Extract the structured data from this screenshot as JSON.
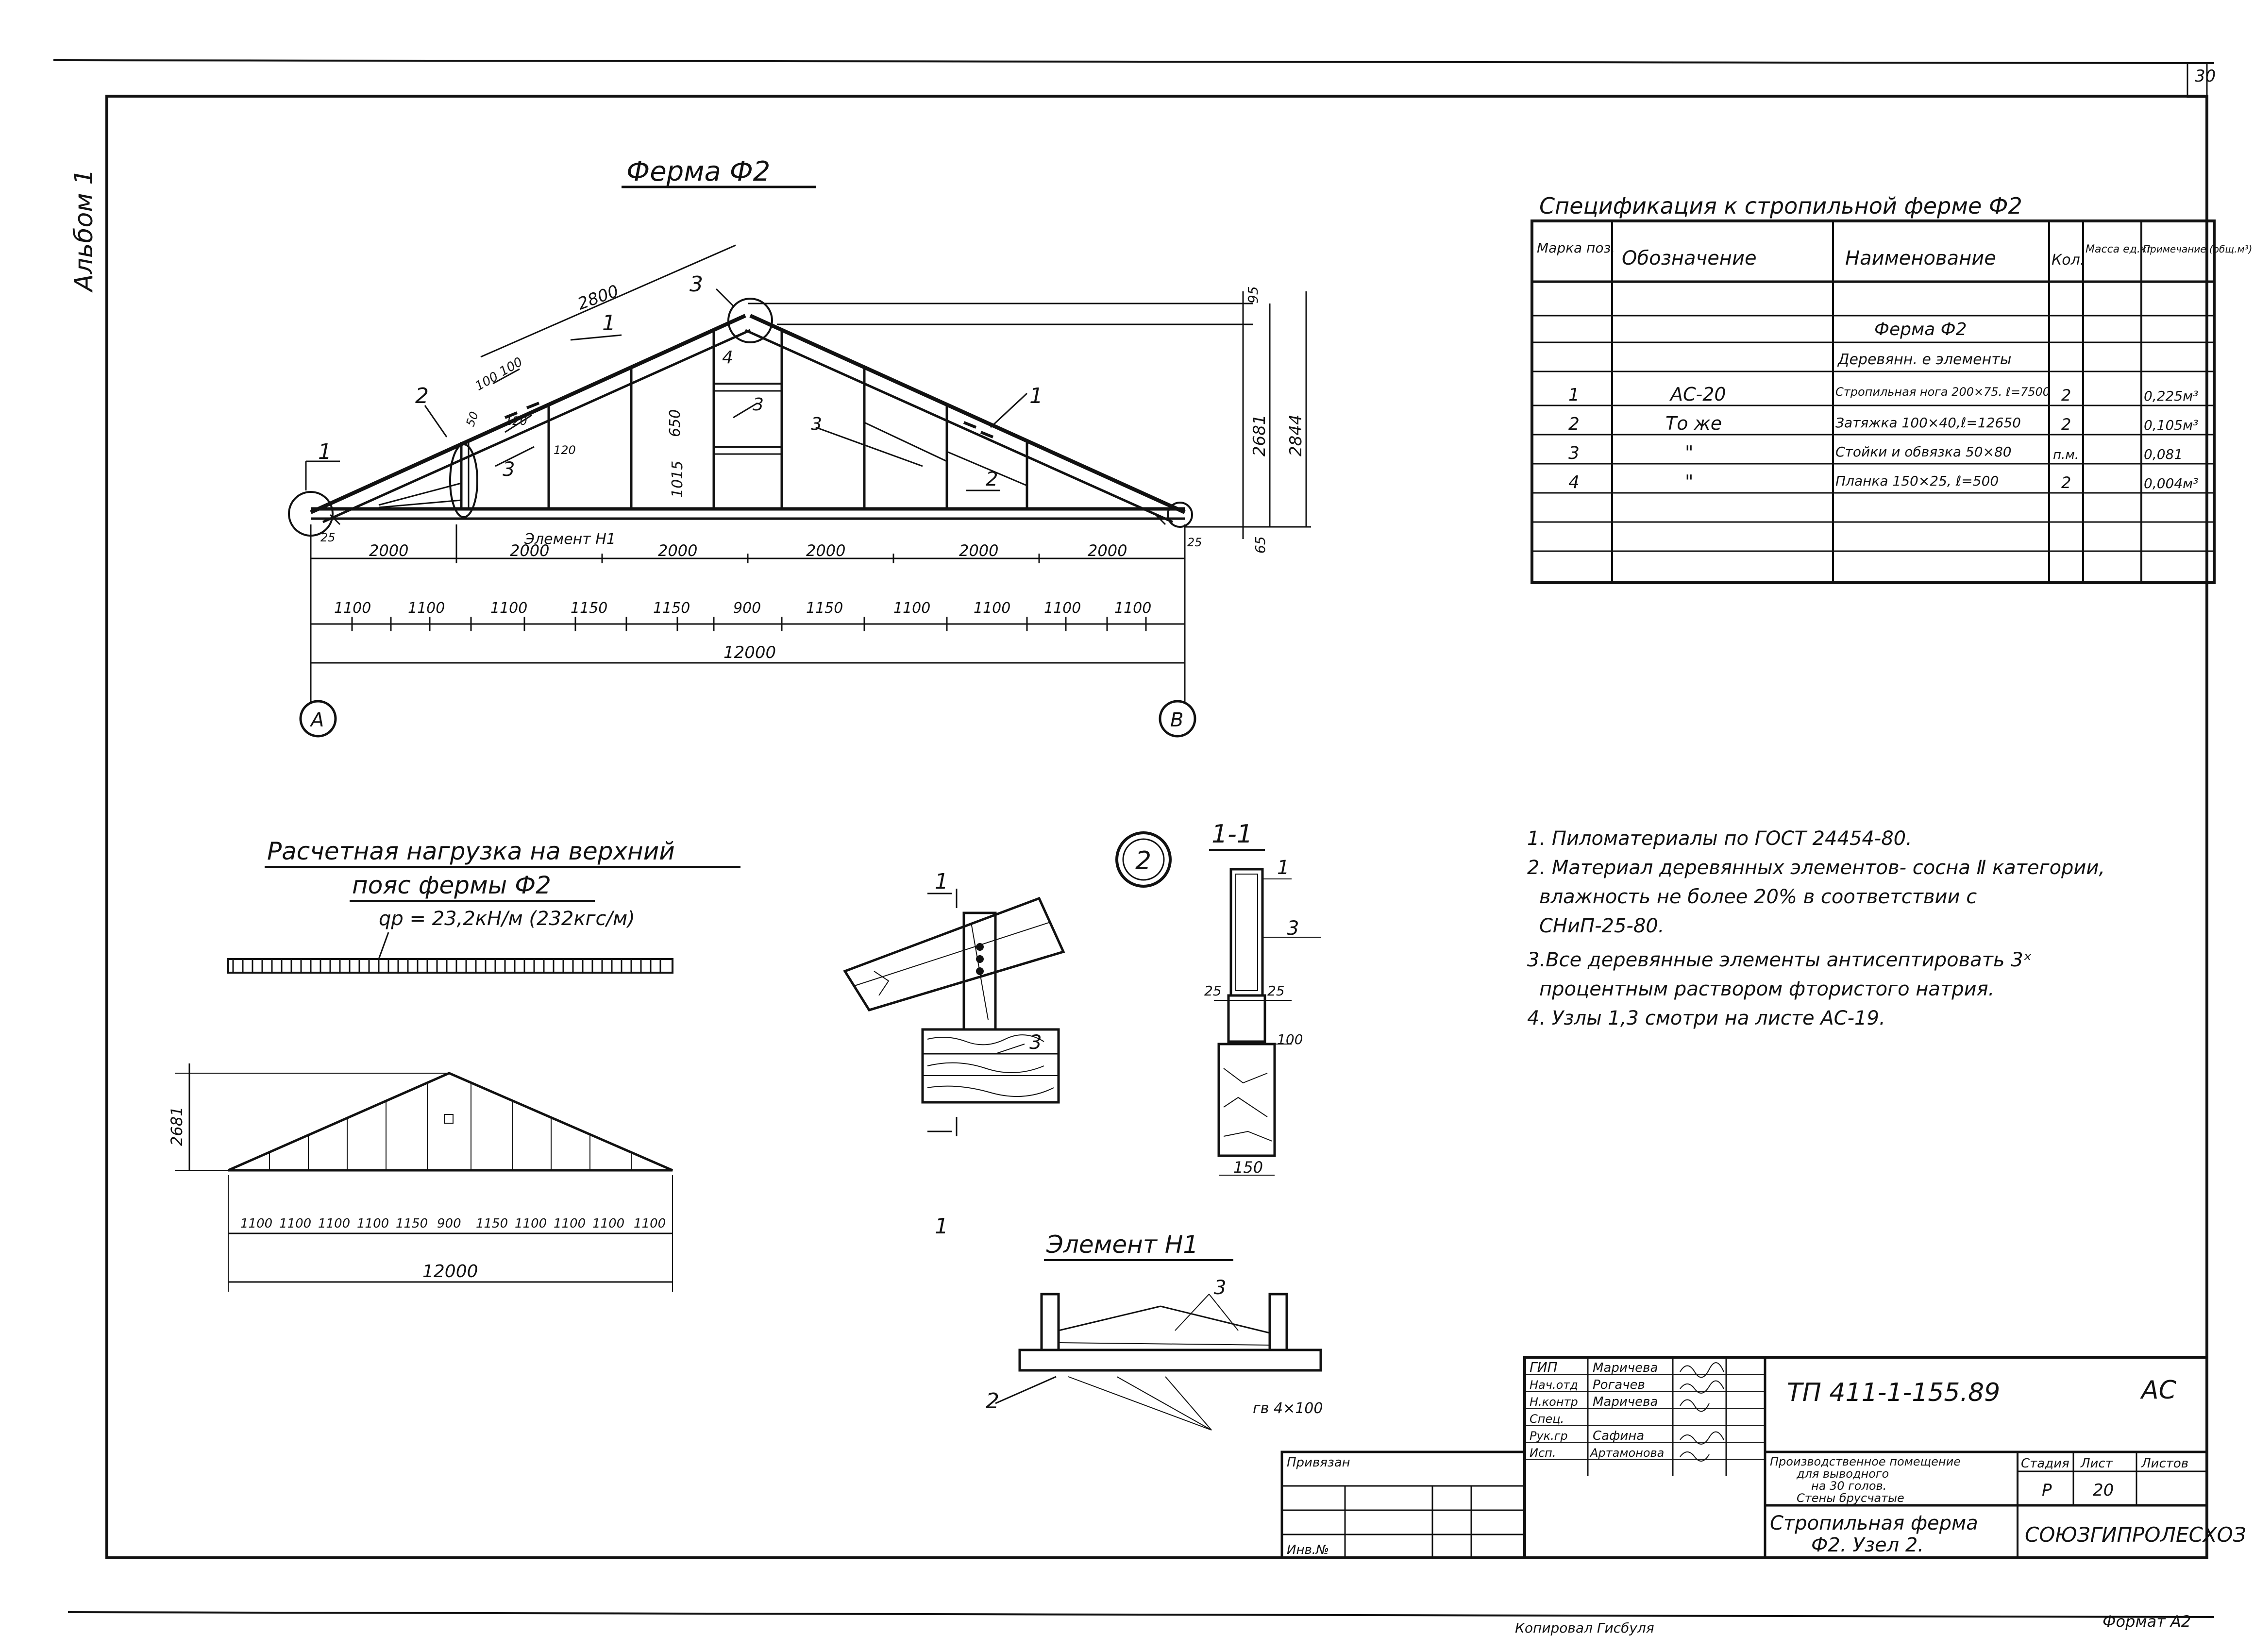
{
  "sheet": {
    "page_number": "30",
    "album_label": "Альбом 1",
    "copied_label": "Копировал Гисбуля",
    "format_label": "Формат А2"
  },
  "truss": {
    "title": "Ферма Ф2",
    "top_dims": [
      "2800",
      "100",
      "100",
      "120",
      "120",
      "50"
    ],
    "vert_dims": [
      "650",
      "1015"
    ],
    "right_dims": [
      "95",
      "2681",
      "2844",
      "65"
    ],
    "end_dims": [
      "25",
      "25"
    ],
    "callouts": [
      "1",
      "1",
      "1",
      "2",
      "2",
      "3",
      "3",
      "3",
      "3",
      "4"
    ],
    "element_label": "Элемент Н1",
    "panel_dims": [
      "2000",
      "2000",
      "2000",
      "2000",
      "2000",
      "2000"
    ],
    "sub_dims": [
      "1100",
      "1100",
      "1100",
      "1150",
      "1150",
      "900",
      "1150",
      "1100",
      "1100",
      "1100",
      "1100"
    ],
    "total": "12000",
    "axes": [
      "А",
      "В"
    ]
  },
  "spec": {
    "title": "Спецификация к стропильной ферме Ф2",
    "headers": [
      "Марка поз.",
      "Обозначение",
      "Наименование",
      "Кол.",
      "Масса ед.кг",
      "Примечание (общ.м³)"
    ],
    "section_title": "Ферма Ф2",
    "subsection": "Деревянн. е элементы",
    "rows": [
      {
        "mark": "1",
        "designation": "АС-20",
        "name": "Стропильная нога 200×75. ℓ=7500",
        "qty": "2",
        "mass": "",
        "note": "0,225м³"
      },
      {
        "mark": "2",
        "designation": "То же",
        "name": "Затяжка 100×40,ℓ=12650",
        "qty": "2",
        "mass": "",
        "note": "0,105м³"
      },
      {
        "mark": "3",
        "designation": "\"",
        "name": "Стойки и обвязка 50×80",
        "qty": "п.м.",
        "mass": "",
        "note": "0,081"
      },
      {
        "mark": "4",
        "designation": "\"",
        "name": "Планка 150×25, ℓ=500",
        "qty": "2",
        "mass": "",
        "note": "0,004м³"
      }
    ]
  },
  "notes": [
    "1. Пиломатериалы по ГОСТ 24454-80.",
    "2. Материал деревянных элементов- сосна Ⅱ категории,",
    "влажность не более 20% в соответствии с",
    "СНиП-25-80.",
    "3.Все деревянные элементы антисептировать 3ˣ",
    "процентным раствором фтористого натрия.",
    "4. Узлы 1,3 смотри на листе АС-19."
  ],
  "load": {
    "title_line1": "Расчетная нагрузка на верхний",
    "title_line2": "пояс фермы Ф2",
    "formula": "qр = 23,2кН/м (232кгс/м)",
    "height_dim": "2681",
    "dims": [
      "1100",
      "1100",
      "1100",
      "1100",
      "1150",
      "900",
      "1150",
      "1100",
      "1100",
      "1100",
      "1100"
    ],
    "total": "12000"
  },
  "node": {
    "number": "2",
    "section_title": "1-1",
    "labels": [
      "1",
      "1",
      "1",
      "3",
      "3"
    ],
    "section_dims": [
      "25",
      "25",
      "100",
      "150"
    ]
  },
  "element": {
    "title": "Элемент Н1",
    "labels": [
      "3",
      "2"
    ],
    "nail": "гв 4×100"
  },
  "stamp": {
    "roles": [
      "ГИП",
      "Нач.отд",
      "Н.контр",
      "Спец.",
      "Рук.гр",
      "Исп."
    ],
    "names": [
      "Маричева",
      "Рогачев",
      "Маричева",
      "",
      "Сафина",
      "Артамонова"
    ],
    "code": "ТП 411-1-155.89",
    "mark": "АС",
    "project": [
      "Производственное помещение",
      "для выводного",
      "на 30 голов.",
      "Стены брусчатые"
    ],
    "stage_headers": [
      "Стадия",
      "Лист",
      "Листов"
    ],
    "stage": "Р",
    "sheet": "20",
    "sheets": "",
    "drawing_title": [
      "Стропильная ферма",
      "Ф2. Узел 2."
    ],
    "org": "СОЮЗГИПРОЛЕСХОЗ",
    "tied": "Привязан",
    "inv": "Инв.№"
  }
}
